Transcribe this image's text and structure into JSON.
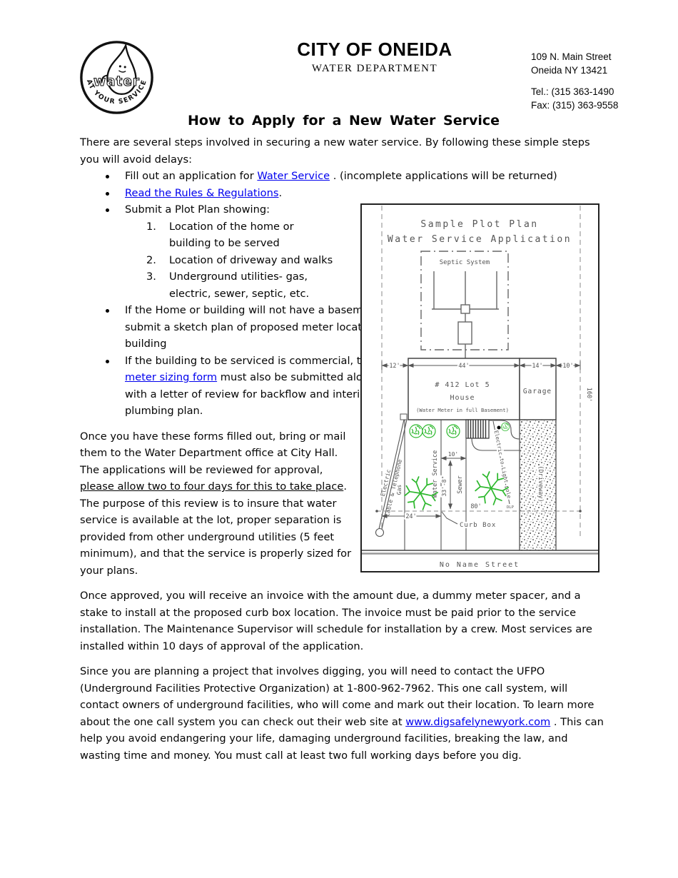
{
  "header": {
    "logo": {
      "word": "water",
      "arc_text": "AT YOUR SERVICE"
    },
    "org_name": "CITY OF ONEIDA",
    "department": "WATER DEPARTMENT",
    "address_line1": "109 N. Main Street",
    "address_line2": "Oneida NY 13421",
    "tel": "Tel.: (315 363-1490",
    "fax": "Fax: (315) 363-9558"
  },
  "title": "How to Apply for a New Water Service",
  "intro": "There are several steps involved in securing a new water service.  By following these simple steps you will avoid delays:",
  "steps": {
    "fill_out": {
      "pre": "Fill out an application for ",
      "link": "Water Service",
      "post": " . (incomplete applications will be returned)"
    },
    "rules": {
      "link": "Read the Rules & Regulations",
      "post": "."
    },
    "plot_plan": "Submit a Plot Plan showing:",
    "numbered": [
      {
        "num": "1.",
        "text": "Location of the home or building to be served"
      },
      {
        "num": "2.",
        "text": "Location of driveway and walks"
      },
      {
        "num": "3.",
        "text": "Underground utilities- gas, electric, sewer, septic, etc."
      }
    ],
    "basement": "If the Home or building will not have a basement, submit a sketch plan of proposed meter location in building",
    "commercial": {
      "pre": "If the building to be serviced is commercial, then a ",
      "link": "meter sizing form",
      "post": " must also be submitted along with a letter of review for backflow and interior plumbing plan."
    }
  },
  "para_review": {
    "pre": "Once you have these forms filled out, bring or mail them to the Water Department office at City Hall.  The applications will be reviewed for approval, ",
    "underlined": "please allow two to four days for this to take place",
    "post": ".  The purpose of this review is to insure that water service is available at the lot, proper separation is provided from other underground utilities (5 feet minimum), and that the service is properly sized for your plans."
  },
  "para_invoice": "Once approved, you will receive an invoice with the amount due, a dummy meter spacer, and a stake to install at the proposed curb box location.   The invoice must be paid prior to the service installation.  The Maintenance Supervisor will schedule for installation by a crew.  Most services are installed within 10 days of approval of the application.",
  "para_digging": {
    "pre": "Since you are planning a project that involves digging, you will need to contact the UFPO (Underground Facilities Protective Organization) at 1-800-962-7962.  This one call system, will contact owners of underground facilities, who will come and mark out their location.  To learn more about the one call system you can check out their web site at ",
    "link": "www.digsafelynewyork.com",
    "post": "  .  This can help you avoid endangering your life, damaging underground facilities, breaking the law, and wasting time and money.  You must call at least two full working days before you dig."
  },
  "plot_plan": {
    "title_line1": "Sample Plot Plan",
    "title_line2": "Water Service Application",
    "septic_label": "Septic System",
    "house_number": "# 412 Lot 5",
    "house_label": "House",
    "house_note": "(Water Meter in full Basement)",
    "garage_label": "Garage",
    "driveway_label": "(Driveway)",
    "street_label": "No Name Street",
    "utility_electric": "Electric",
    "utility_cable": "Cable & Telephone",
    "utility_gas": "Gas",
    "water_service_label": "Water Service",
    "sewer_label": "Sewer",
    "electric_light_pole": "Electric to Light pole",
    "light_pole_abbr": "DLP",
    "curb_box": "Curb Box",
    "dim_left": "12'",
    "dim_house": "44'",
    "dim_garage": "14'",
    "dim_right": "10'",
    "dim_depth": "160'",
    "dim_service": "33'-8\"",
    "dim_sewer_offset": "10'",
    "dim_curb": "24'",
    "dim_frontage": "80'"
  },
  "colors": {
    "link": "#0000ee",
    "diagram_line": "#555555",
    "tree_green": "#2db82d"
  }
}
